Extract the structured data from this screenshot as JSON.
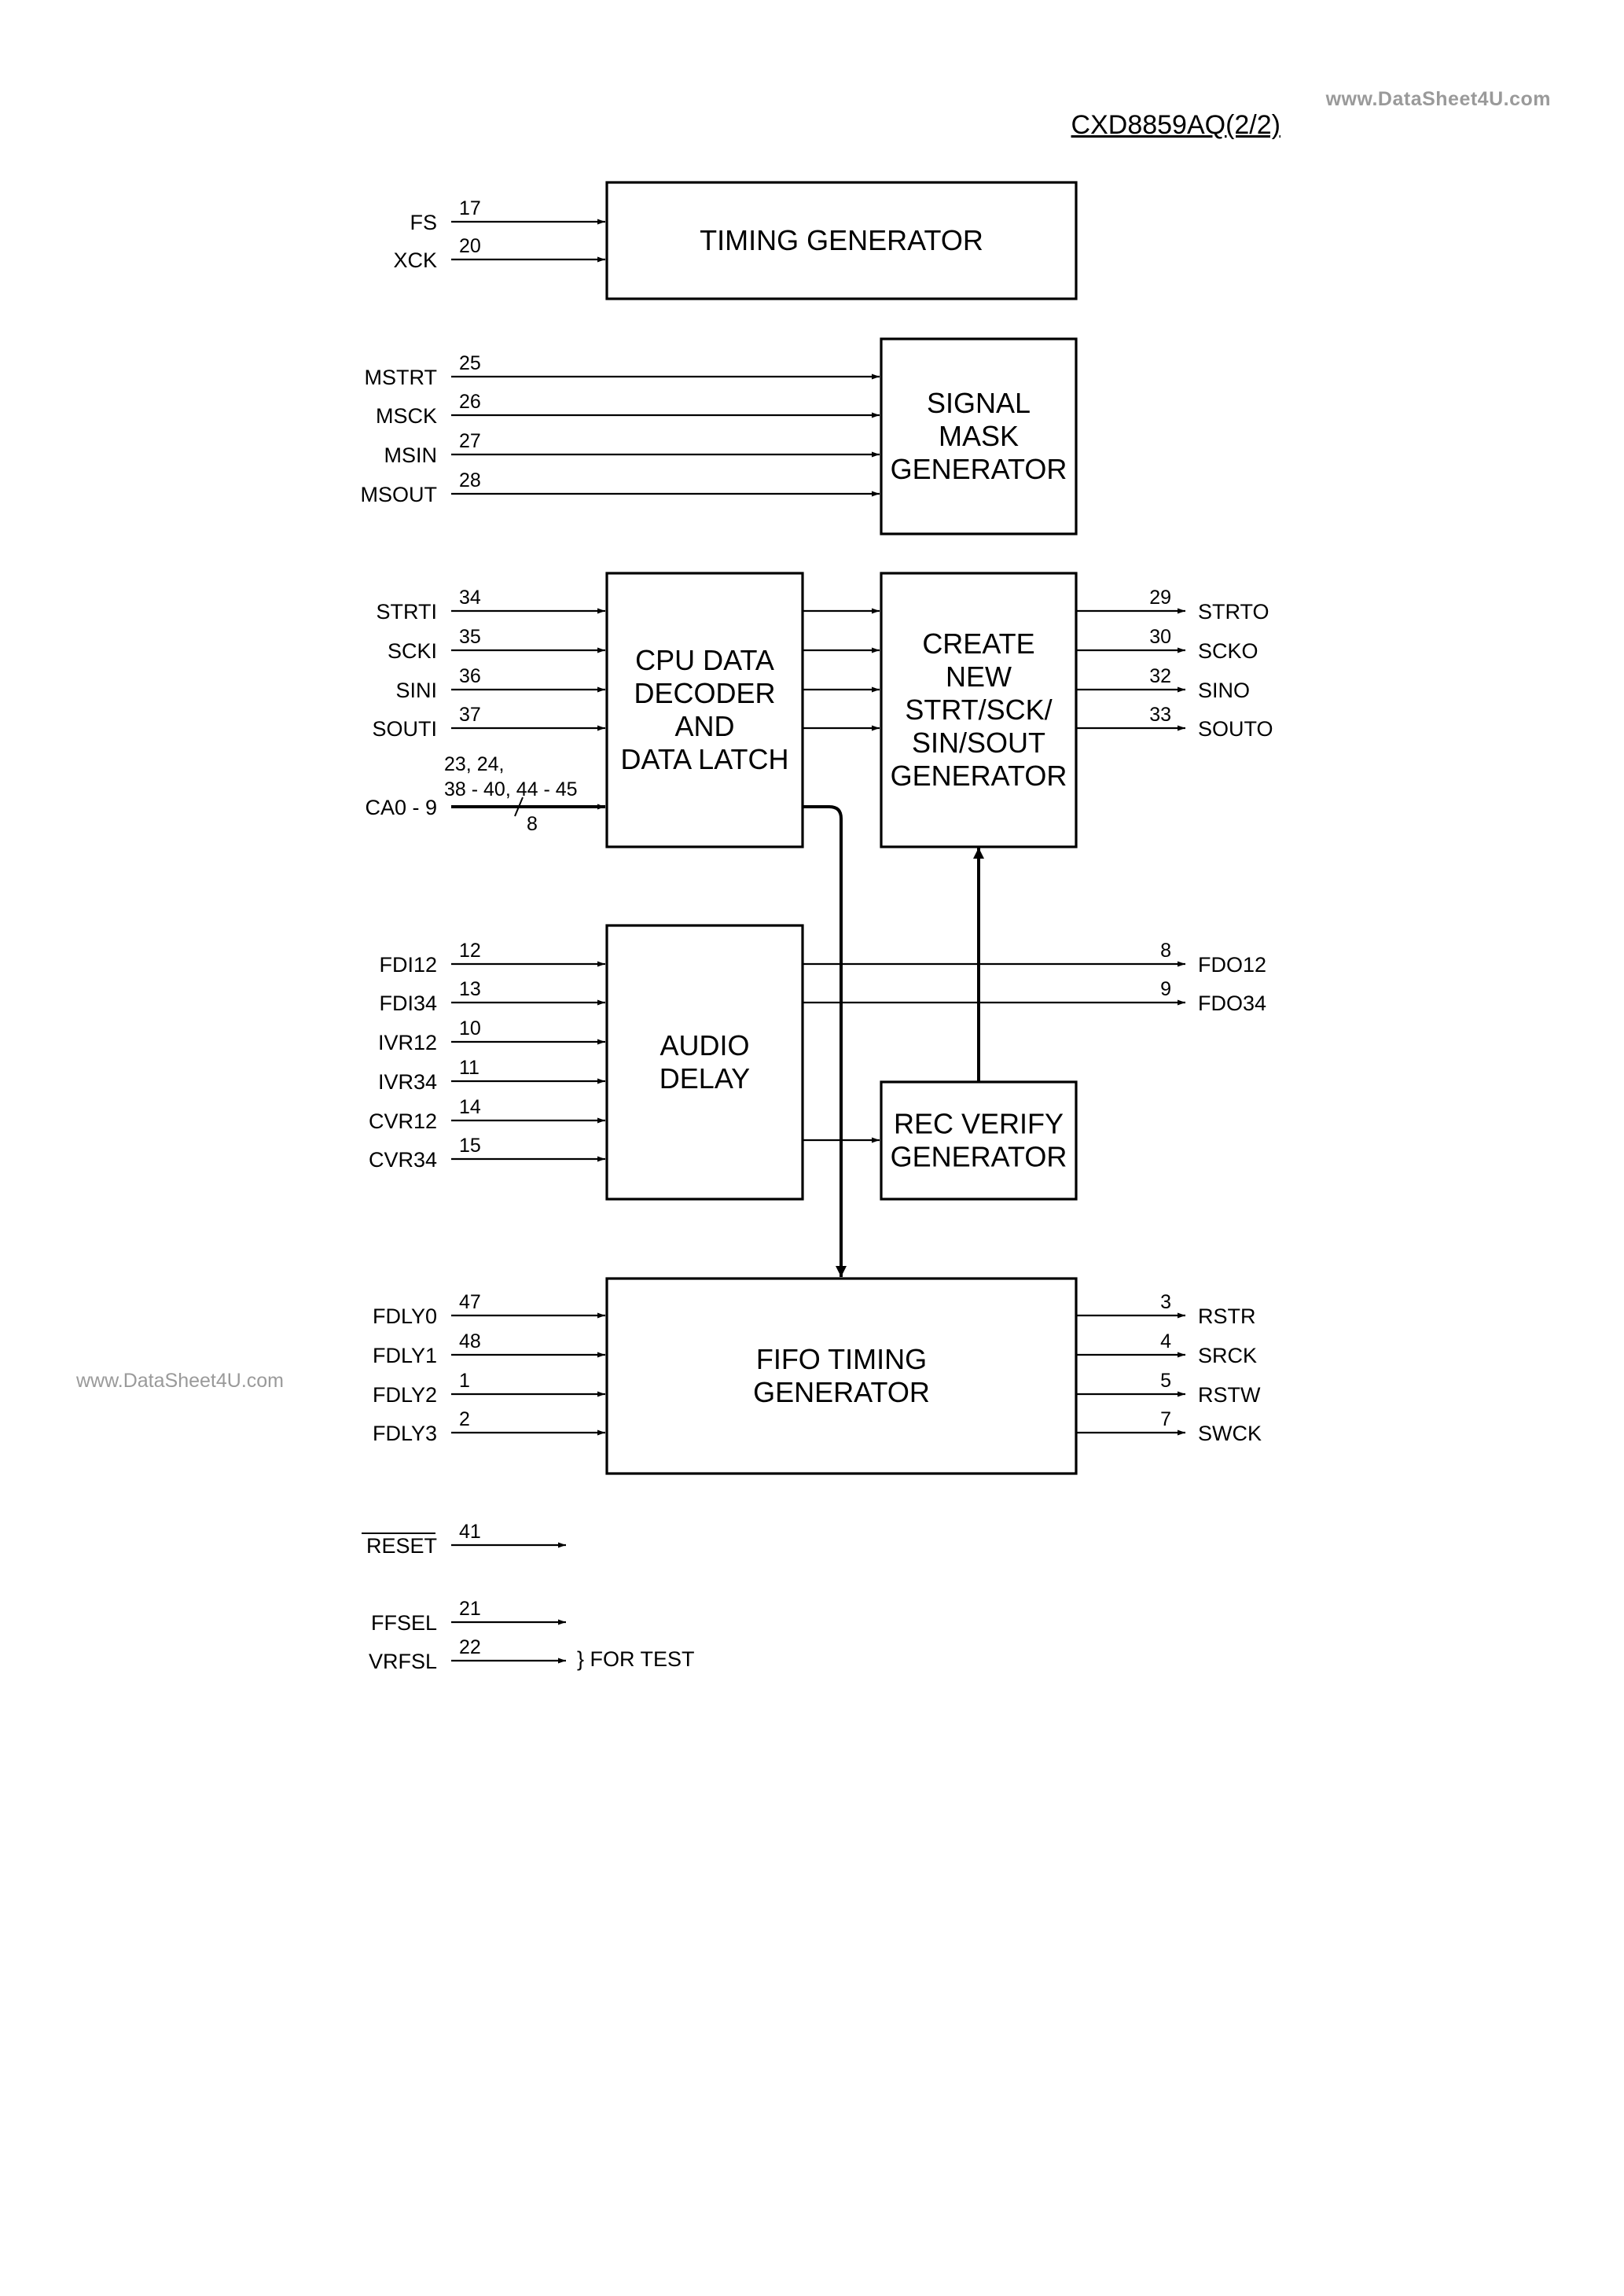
{
  "header": {
    "watermark_top": "www.DataSheet4U.com",
    "watermark_left": "www.DataSheet4U.com",
    "doc_code": "CXD8859AQ(2/2)"
  },
  "blocks": {
    "timing_generator": [
      "TIMING GENERATOR"
    ],
    "signal_mask_generator": [
      "SIGNAL",
      "MASK",
      "GENERATOR"
    ],
    "cpu_data_decoder": [
      "CPU DATA",
      "DECODER",
      "AND",
      "DATA LATCH"
    ],
    "create_new_generator": [
      "CREATE",
      "NEW",
      "STRT/SCK/",
      "SIN/SOUT",
      "GENERATOR"
    ],
    "audio_delay": [
      "AUDIO",
      "DELAY"
    ],
    "rec_verify_generator": [
      "REC VERIFY",
      "GENERATOR"
    ],
    "fifo_timing_generator": [
      "FIFO TIMING",
      "GENERATOR"
    ]
  },
  "inputs": {
    "timing": [
      {
        "name": "FS",
        "pin": "17"
      },
      {
        "name": "XCK",
        "pin": "20"
      }
    ],
    "mask": [
      {
        "name": "MSTRT",
        "pin": "25"
      },
      {
        "name": "MSCK",
        "pin": "26"
      },
      {
        "name": "MSIN",
        "pin": "27"
      },
      {
        "name": "MSOUT",
        "pin": "28"
      }
    ],
    "cpu": [
      {
        "name": "STRTI",
        "pin": "34"
      },
      {
        "name": "SCKI",
        "pin": "35"
      },
      {
        "name": "SINI",
        "pin": "36"
      },
      {
        "name": "SOUTI",
        "pin": "37"
      }
    ],
    "bus": {
      "name": "CA0 - 9",
      "pins_line1": "23, 24,",
      "pins_line2": "38 - 40, 44 - 45",
      "width": "8"
    },
    "audio": [
      {
        "name": "FDI12",
        "pin": "12"
      },
      {
        "name": "FDI34",
        "pin": "13"
      },
      {
        "name": "IVR12",
        "pin": "10"
      },
      {
        "name": "IVR34",
        "pin": "11"
      },
      {
        "name": "CVR12",
        "pin": "14"
      },
      {
        "name": "CVR34",
        "pin": "15"
      }
    ],
    "fifo": [
      {
        "name": "FDLY0",
        "pin": "47"
      },
      {
        "name": "FDLY1",
        "pin": "48"
      },
      {
        "name": "FDLY2",
        "pin": "1"
      },
      {
        "name": "FDLY3",
        "pin": "2"
      }
    ],
    "misc": [
      {
        "name": "RESET",
        "pin": "41"
      },
      {
        "name": "FFSEL",
        "pin": "21"
      },
      {
        "name": "VRFSL",
        "pin": "22"
      }
    ],
    "test_note": "} FOR TEST"
  },
  "outputs": {
    "create": [
      {
        "name": "STRTO",
        "pin": "29"
      },
      {
        "name": "SCKO",
        "pin": "30"
      },
      {
        "name": "SINO",
        "pin": "32"
      },
      {
        "name": "SOUTO",
        "pin": "33"
      }
    ],
    "audio": [
      {
        "name": "FDO12",
        "pin": "8"
      },
      {
        "name": "FDO34",
        "pin": "9"
      }
    ],
    "fifo": [
      {
        "name": "RSTR",
        "pin": "3"
      },
      {
        "name": "SRCK",
        "pin": "4"
      },
      {
        "name": "RSTW",
        "pin": "5"
      },
      {
        "name": "SWCK",
        "pin": "7"
      }
    ]
  }
}
